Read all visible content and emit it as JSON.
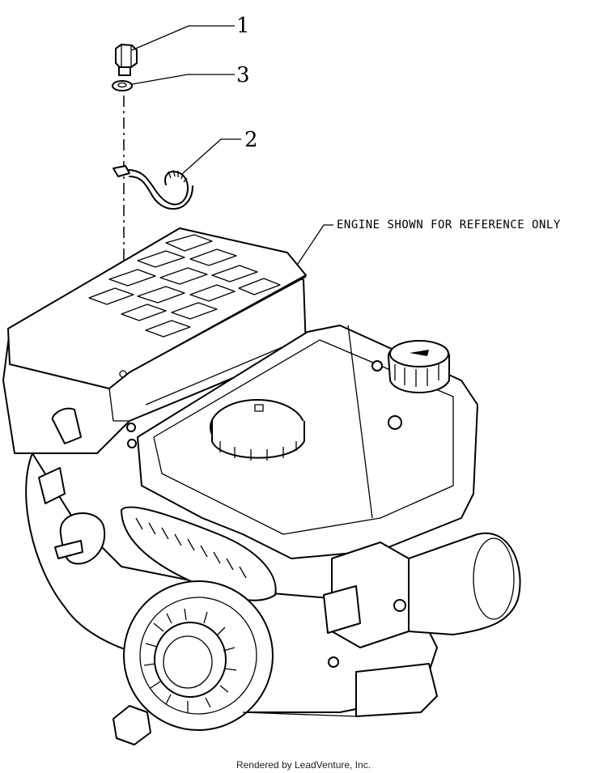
{
  "callouts": [
    {
      "id": "bolt",
      "label": "1"
    },
    {
      "id": "washer",
      "label": "3"
    },
    {
      "id": "fuel-line",
      "label": "2"
    }
  ],
  "note": "ENGINE SHOWN FOR REFERENCE ONLY",
  "footer": "Rendered by LeadVenture, Inc.",
  "colors": {
    "line": "#000000",
    "background": "#ffffff"
  }
}
